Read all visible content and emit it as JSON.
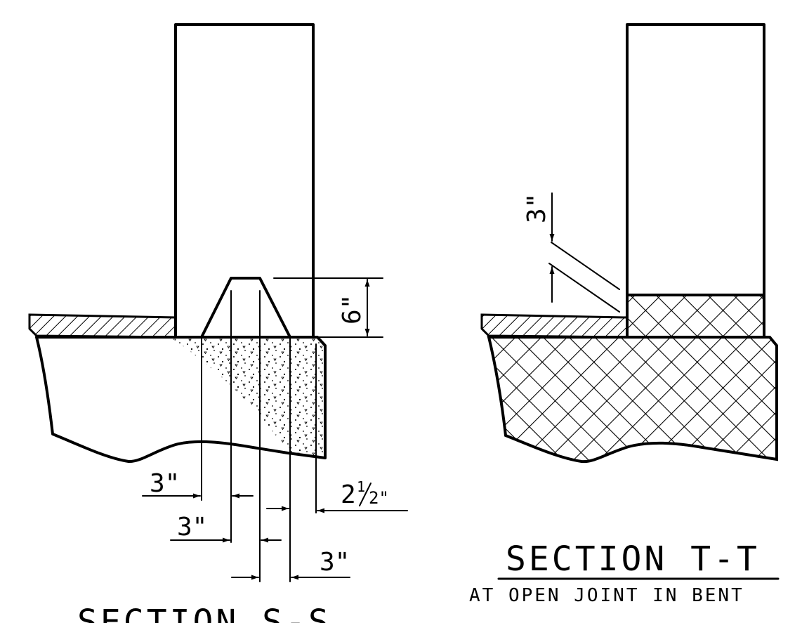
{
  "section_s": {
    "title": "SECTION S-S",
    "dim_height": "6\"",
    "dim_left_a": "3\"",
    "dim_left_b": "3\"",
    "dim_bottom": "3\"",
    "dim_right_whole": "2",
    "dim_right_num": "1",
    "dim_right_den": "2\""
  },
  "section_t": {
    "title": "SECTION T-T",
    "subtitle": "AT OPEN JOINT IN BENT",
    "dim_joint": "3\""
  }
}
